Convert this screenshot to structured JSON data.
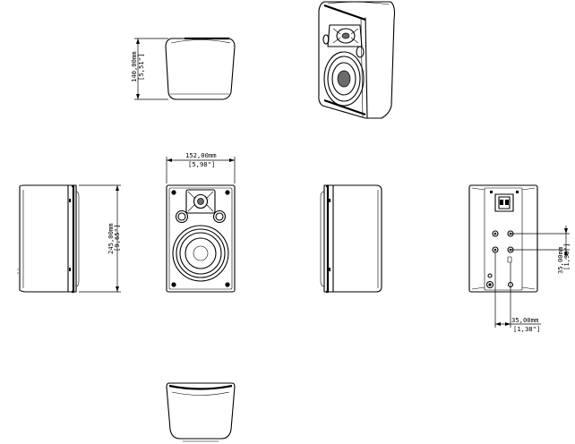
{
  "dimensions": {
    "height_top": {
      "metric": "140,00mm",
      "imperial": "[5,51\"]"
    },
    "width_front": {
      "metric": "152,00mm",
      "imperial": "[5,98\"]"
    },
    "height_side": {
      "metric": "245,00mm",
      "imperial": "[9,65\"]"
    },
    "bracket_vertical": {
      "metric": "35,00mm",
      "imperial": "[1,38\"]"
    },
    "bracket_horizontal": {
      "metric": "35,00mm",
      "imperial": "[1,38\"]"
    }
  },
  "colors": {
    "line": "#000000",
    "background": "#ffffff",
    "cone": "#6b6b6b"
  }
}
